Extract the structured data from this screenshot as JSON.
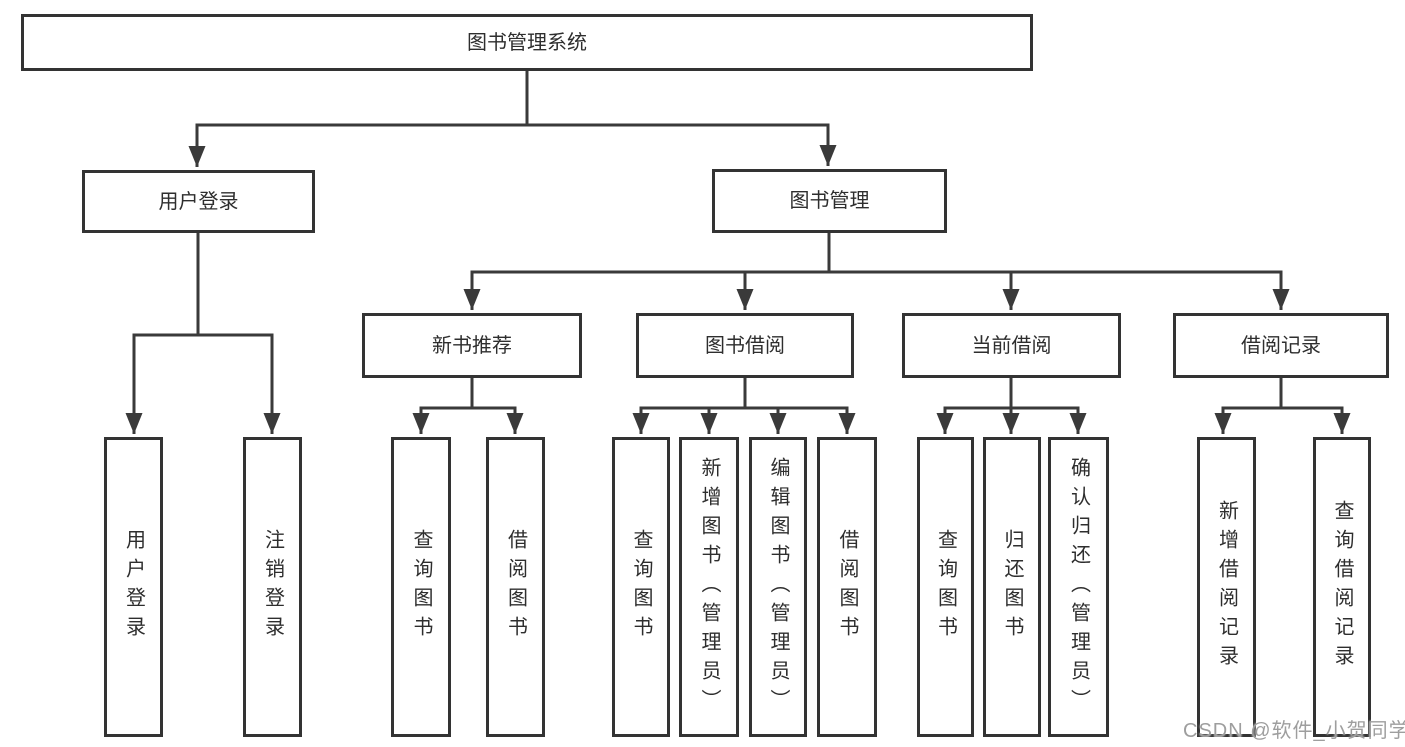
{
  "tree": {
    "label": "图书管理系统",
    "children": [
      {
        "label": "用户登录",
        "children": [
          {
            "label": "用户登录"
          },
          {
            "label": "注销登录"
          }
        ]
      },
      {
        "label": "图书管理",
        "children": [
          {
            "label": "新书推荐",
            "children": [
              {
                "label": "查询图书"
              },
              {
                "label": "借阅图书"
              }
            ]
          },
          {
            "label": "图书借阅",
            "children": [
              {
                "label": "查询图书"
              },
              {
                "label": "新增图书（管理员）"
              },
              {
                "label": "编辑图书（管理员）"
              },
              {
                "label": "借阅图书"
              }
            ]
          },
          {
            "label": "当前借阅",
            "children": [
              {
                "label": "查询图书"
              },
              {
                "label": "归还图书"
              },
              {
                "label": "确认归还（管理员）"
              }
            ]
          },
          {
            "label": "借阅记录",
            "children": [
              {
                "label": "新增借阅记录"
              },
              {
                "label": "查询借阅记录"
              }
            ]
          }
        ]
      }
    ]
  },
  "watermark": "CSDN @软件_小贺同学",
  "colors": {
    "line": "#3a3a3a",
    "box_border": "#333333",
    "box_fill": "#ffffff",
    "text": "#2e2e2e",
    "watermark": "#9e9e9e",
    "background": "#ffffff"
  }
}
